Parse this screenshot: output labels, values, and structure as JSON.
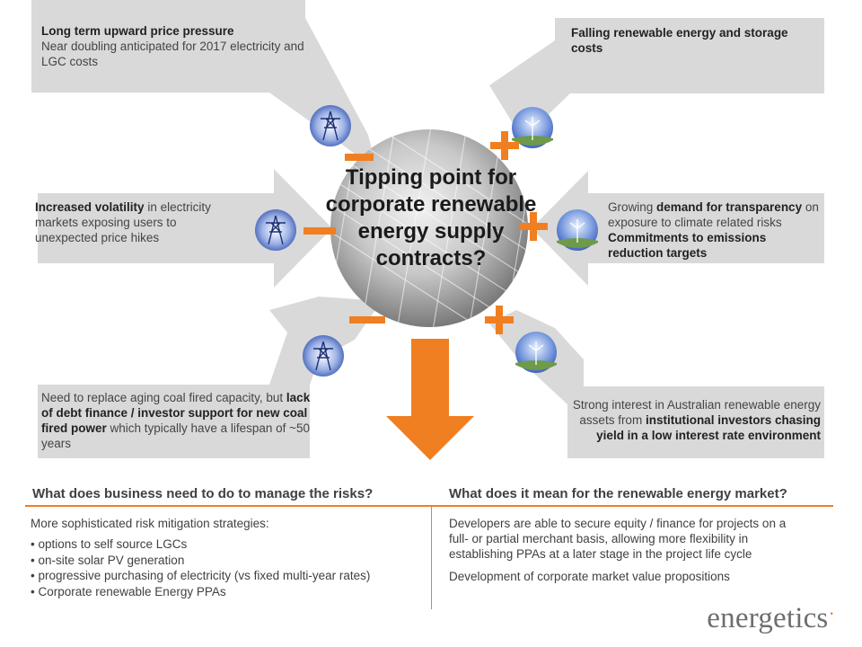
{
  "colors": {
    "accent": "#f07f21",
    "panel": "#d9d9d9",
    "rule": "#f07f21"
  },
  "center": {
    "title": "Tipping point for corporate renewable energy supply contracts?"
  },
  "factors": {
    "top_left": {
      "sign": "−",
      "icon": "power-pylon-icon",
      "heading": "Long term upward price pressure",
      "text": "Near doubling anticipated for 2017 electricity and LGC costs"
    },
    "middle_left": {
      "sign": "−",
      "icon": "power-pylon-icon",
      "bold": "Increased volatility",
      "text": " in electricity markets exposing users to unexpected price hikes"
    },
    "bottom_left": {
      "sign": "−",
      "icon": "power-pylon-icon",
      "text1": "Need to replace aging coal fired capacity, but ",
      "bold": "lack of debt finance / investor support for  new coal fired power",
      "text2": " which typically have a lifespan of ~50 years"
    },
    "top_right": {
      "sign": "+",
      "icon": "wind-turbine-icon",
      "heading": "Falling renewable energy and storage costs"
    },
    "middle_right": {
      "sign": "+",
      "icon": "wind-turbine-icon",
      "text1": "Growing ",
      "bold1": "demand for transparency",
      "text2": " on exposure to climate related risks",
      "bold2": "Commitments to emissions reduction targets"
    },
    "bottom_right": {
      "sign": "+",
      "icon": "wind-turbine-icon",
      "text1": "Strong interest in Australian renewable energy assets from ",
      "bold": "institutional investors chasing yield in a low interest rate environment"
    }
  },
  "bottom": {
    "left": {
      "heading": "What does business need to do to manage the risks?",
      "intro": "More sophisticated risk mitigation strategies:",
      "items": [
        "• options to self source LGCs",
        "• on-site solar PV generation",
        "• progressive purchasing of electricity (vs fixed multi-year rates)",
        "• Corporate renewable Energy PPAs"
      ]
    },
    "right": {
      "heading": "What does it mean for the renewable energy market?",
      "para1": "Developers are able to secure equity / finance for projects on a full- or partial merchant basis, allowing more flexibility in establishing PPAs at a later stage in the project life cycle",
      "para2": "Development of corporate market value propositions"
    }
  },
  "logo": {
    "text": "energetics",
    "mark": "·"
  }
}
